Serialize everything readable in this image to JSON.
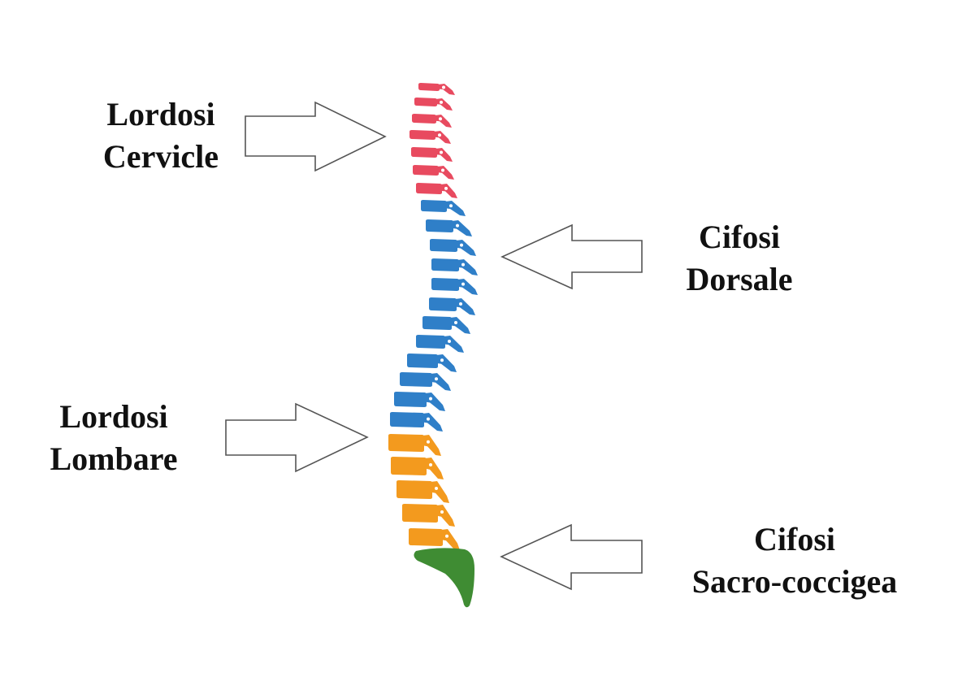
{
  "diagram": {
    "labels": {
      "cervical": {
        "line1": "Lordosi",
        "line2": "Cervicle"
      },
      "dorsal": {
        "line1": "Cifosi",
        "line2": "Dorsale"
      },
      "lumbar": {
        "line1": "Lordosi",
        "line2": "Lombare"
      },
      "sacral": {
        "line1": "Cifosi",
        "line2": "Sacro-coccigea"
      }
    },
    "colors": {
      "cervical": "#e84a5f",
      "thoracic": "#2f7fc8",
      "lumbar": "#f39a1e",
      "sacrum": "#3f8c33",
      "arrow_stroke": "#555555",
      "text": "#111111"
    }
  }
}
